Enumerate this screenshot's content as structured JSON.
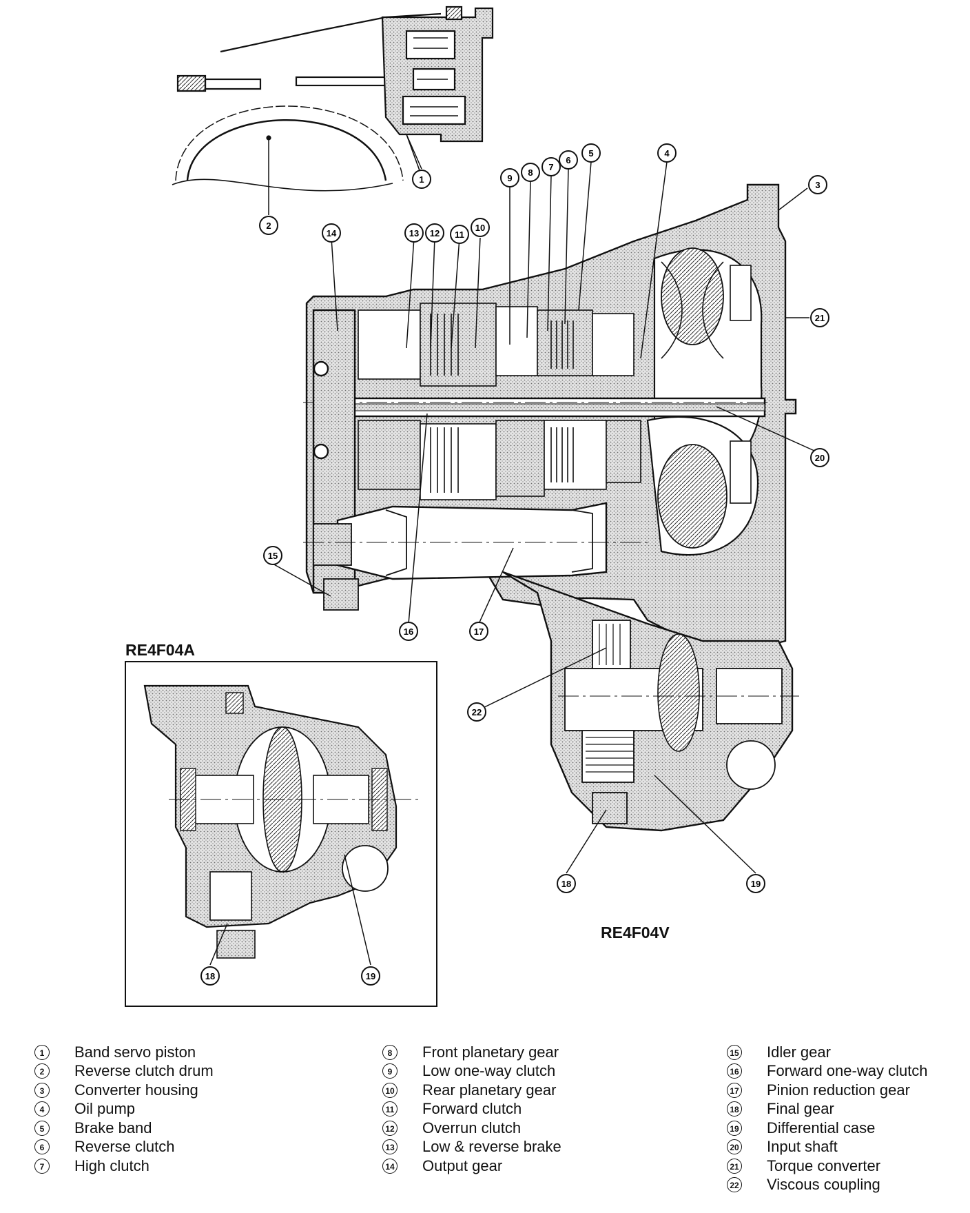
{
  "models": {
    "inset_label": "RE4F04A",
    "main_label": "RE4F04V"
  },
  "callouts": [
    {
      "num": "1",
      "label": "Band servo piston"
    },
    {
      "num": "2",
      "label": "Reverse clutch drum"
    },
    {
      "num": "3",
      "label": "Converter housing"
    },
    {
      "num": "4",
      "label": "Oil pump"
    },
    {
      "num": "5",
      "label": "Brake band"
    },
    {
      "num": "6",
      "label": "Reverse clutch"
    },
    {
      "num": "7",
      "label": "High clutch"
    },
    {
      "num": "8",
      "label": "Front planetary gear"
    },
    {
      "num": "9",
      "label": "Low one-way clutch"
    },
    {
      "num": "10",
      "label": "Rear planetary gear"
    },
    {
      "num": "11",
      "label": "Forward clutch"
    },
    {
      "num": "12",
      "label": "Overrun clutch"
    },
    {
      "num": "13",
      "label": "Low & reverse brake"
    },
    {
      "num": "14",
      "label": "Output gear"
    },
    {
      "num": "15",
      "label": "Idler gear"
    },
    {
      "num": "16",
      "label": "Forward one-way clutch"
    },
    {
      "num": "17",
      "label": "Pinion reduction gear"
    },
    {
      "num": "18",
      "label": "Final gear"
    },
    {
      "num": "19",
      "label": "Differential case"
    },
    {
      "num": "20",
      "label": "Input shaft"
    },
    {
      "num": "21",
      "label": "Torque converter"
    },
    {
      "num": "22",
      "label": "Viscous coupling"
    }
  ],
  "inset_callouts": [
    "18",
    "19"
  ],
  "colors": {
    "ink": "#111111",
    "shade": "#c8c8c8",
    "paper": "#ffffff"
  }
}
